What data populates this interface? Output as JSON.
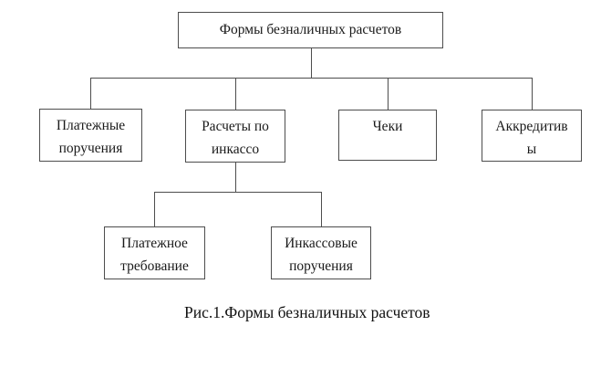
{
  "diagram": {
    "title": "Формы безналичных расчетов",
    "root": {
      "label": "Формы безналичных расчетов"
    },
    "level1": [
      {
        "label": "Платежные\nпоручения"
      },
      {
        "label": "Расчеты по\nинкассо"
      },
      {
        "label": "Чеки"
      },
      {
        "label": "Аккредитив\nы"
      }
    ],
    "level2": [
      {
        "label": "Платежное\nтребование"
      },
      {
        "label": "Инкассовые\nпоручения"
      }
    ],
    "caption": "Рис.1.Формы безналичных расчетов",
    "colors": {
      "background": "#ffffff",
      "line": "#4d4d4d",
      "box_border": "#4d4d4d",
      "text": "#1a1a1a"
    }
  }
}
